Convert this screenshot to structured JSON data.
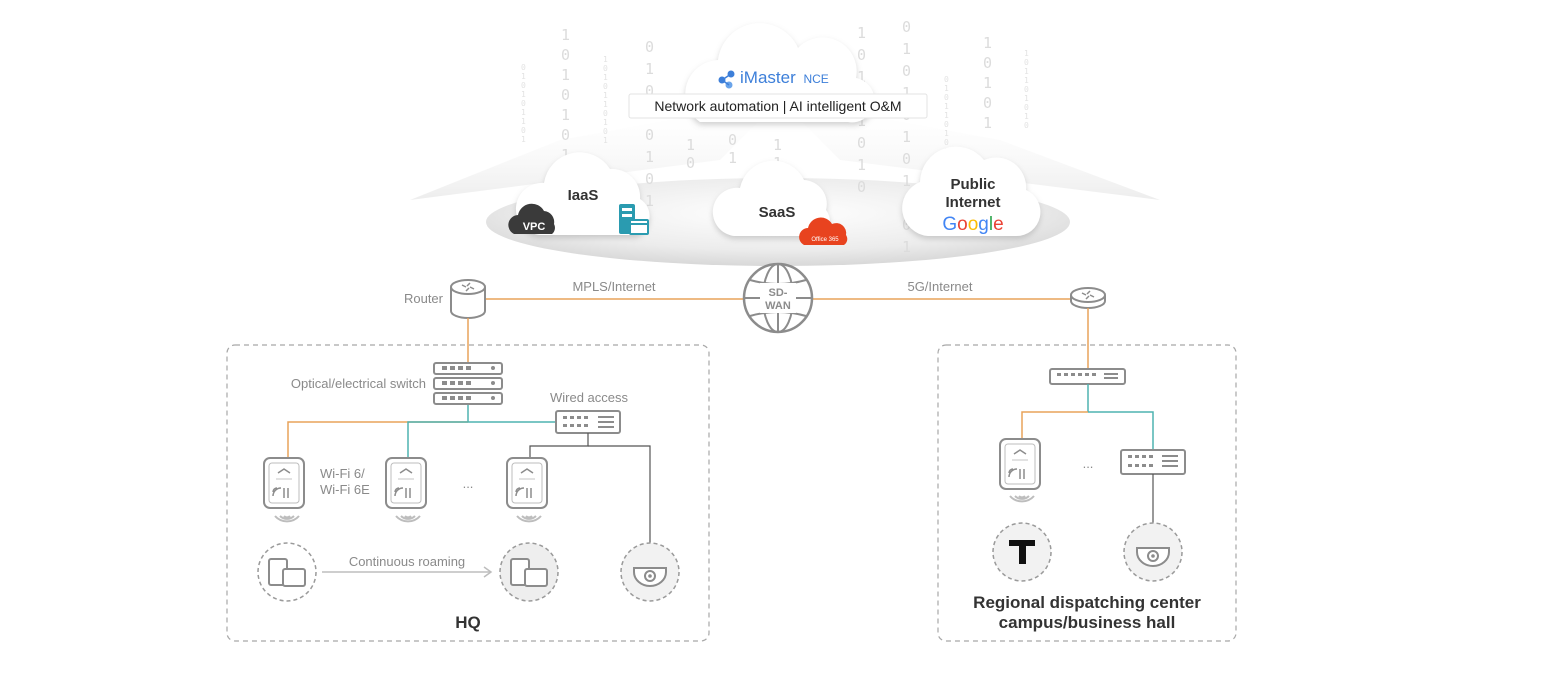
{
  "nce": {
    "brand": "iMaster",
    "brand_suffix": "NCE",
    "tagline": "Network automation | AI intelligent O&M"
  },
  "clouds": {
    "iaas": "IaaS",
    "vpc": "VPC",
    "saas": "SaaS",
    "office": "Office 365",
    "public_line1": "Public",
    "public_line2": "Internet",
    "google": [
      "G",
      "o",
      "o",
      "g",
      "l",
      "e"
    ]
  },
  "wan": {
    "router_label": "Router",
    "left_link": "MPLS/Internet",
    "right_link": "5G/Internet",
    "sdwan_line1": "SD-",
    "sdwan_line2": "WAN"
  },
  "hq": {
    "switch_label": "Optical/electrical switch",
    "wired_label": "Wired access",
    "wifi_line1": "Wi-Fi 6/",
    "wifi_line2": "Wi-Fi 6E",
    "ellipsis": "...",
    "roaming_label": "Continuous roaming",
    "title": "HQ"
  },
  "regional": {
    "ellipsis": "...",
    "title_line1": "Regional dispatching center",
    "title_line2": "campus/business hall"
  },
  "binary_columns": [
    "1",
    "0",
    "1",
    "0",
    "1",
    "0",
    "1",
    "0",
    "1",
    "0",
    "1"
  ],
  "colors": {
    "orange_link": "#e8a35a",
    "teal_link": "#4fb3b0",
    "device_gray": "#8c8c8c",
    "nce_blue": "#3d7fd9",
    "office_red": "#e8431f",
    "vpc_dark": "#3a3a3a",
    "server_teal": "#2a9bb0",
    "google_blue": "#4285f4",
    "google_red": "#ea4335",
    "google_yellow": "#fbbc05",
    "google_green": "#34a853"
  }
}
